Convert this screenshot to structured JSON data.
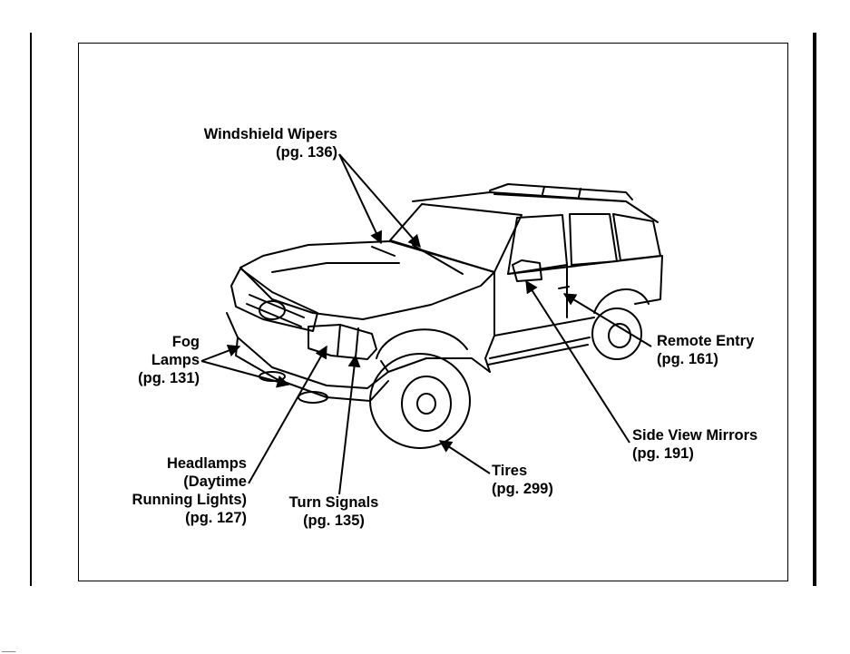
{
  "callouts": {
    "wipers": {
      "name": "Windshield Wipers",
      "page": "(pg. 136)"
    },
    "fog": {
      "line1": "Fog",
      "line2": "Lamps",
      "page": "(pg. 131)"
    },
    "headlamps": {
      "line1": "Headlamps",
      "line2": "(Daytime",
      "line3": "Running Lights)",
      "page": "(pg. 127)"
    },
    "turn": {
      "name": "Turn Signals",
      "page": "(pg. 135)"
    },
    "tires": {
      "name": "Tires",
      "page": "(pg. 299)"
    },
    "mirrors": {
      "name": "Side View Mirrors",
      "page": "(pg. 191)"
    },
    "remote": {
      "name": "Remote Entry",
      "page": "(pg. 161)"
    }
  },
  "footer_mark": "____"
}
